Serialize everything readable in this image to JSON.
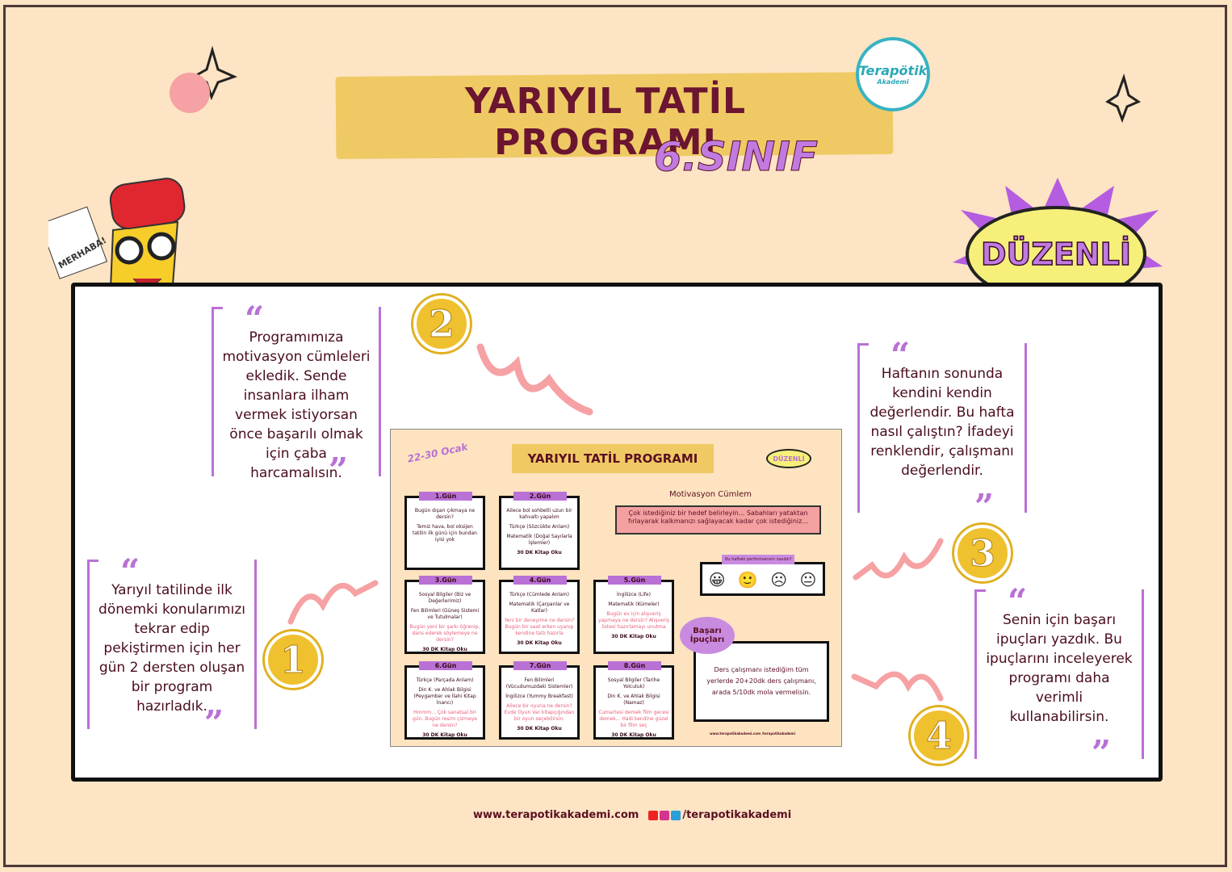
{
  "header": {
    "title": "YARIYIL TATİL PROGRAMI",
    "subtitle": "6.SINIF",
    "logo": "Terapötik Akademi",
    "badge": "DÜZENLİ",
    "mascot_sign": "MERHABA!"
  },
  "callouts": [
    {
      "number": "1",
      "text": "Yarıyıl tatilinde ilk dönemki konularımızı tekrar edip pekiştirmen için her gün 2 dersten oluşan bir program hazırladık."
    },
    {
      "number": "2",
      "text": "Programımıza motivasyon cümleleri ekledik. Sende insanlara ilham vermek istiyorsan önce başarılı olmak için çaba harcamalısın."
    },
    {
      "number": "3",
      "text": "Haftanın sonunda kendini kendin değerlendir. Bu hafta nasıl çalıştın? İfadeyi renklendir, çalışmanı değerlendir."
    },
    {
      "number": "4",
      "text": "Senin için başarı ipuçları yazdık. Bu ipuçlarını inceleyerek programı daha verimli kullanabilirsin."
    }
  ],
  "preview": {
    "title": "YARIYIL TATİL PROGRAMI",
    "date": "22-30 Ocak",
    "badge": "DÜZENLİ",
    "days": [
      {
        "label": "1.Gün",
        "lines": [
          "Bugün dışarı çıkmaya ne dersin?",
          "Temiz hava, bol oksijen tatilin ilk günü için bundan iyisi yok"
        ],
        "pink": "",
        "read": ""
      },
      {
        "label": "2.Gün",
        "lines": [
          "Ailece bol sohbetli uzun bir kahvaltı yapalım",
          "Türkçe (Sözcükte Anlam)",
          "Matematik (Doğal Sayılarla İşlemler)"
        ],
        "pink": "",
        "read": "30 DK Kitap Oku"
      },
      {
        "label": "3.Gün",
        "lines": [
          "Sosyal Bilgiler (Biz ve Değerlerimiz)",
          "Fen Bilimleri (Güneş Sistemi ve Tutulmalar)"
        ],
        "pink": "Bugün yeni bir şarkı öğrenip, dans ederek söylemeye ne dersin?",
        "read": "30 DK Kitap Oku"
      },
      {
        "label": "4.Gün",
        "lines": [
          "Türkçe (Cümlede Anlam)",
          "Matematik (Çarpanlar ve Katlar)"
        ],
        "pink": "Yeni bir deneyime ne dersin? Bugün bir saat erken uyanıp kendine tatlı hazırla",
        "read": "30 DK Kitap Oku"
      },
      {
        "label": "5.Gün",
        "lines": [
          "İngilizce (Life)",
          "Matematik (Kümeler)"
        ],
        "pink": "Bugün ev için alışveriş yapmaya ne dersin? Alışveriş listesi hazırlamayı unutma",
        "read": "30 DK Kitap Oku"
      },
      {
        "label": "6.Gün",
        "lines": [
          "Türkçe (Parçada Anlam)",
          "Din K. ve Ahlak Bilgisi (Peygamber ve İlahi Kitap İnancı)"
        ],
        "pink": "Hmmm... Çok sanatsal bir gün. Bugün resim çizmeye ne dersin?",
        "read": "30 DK Kitap Oku"
      },
      {
        "label": "7.Gün",
        "lines": [
          "Fen Bilimleri (Vücudumuzdaki Sistemler)",
          "İngilizce (Yummy Breakfast)"
        ],
        "pink": "Ailece bir oyuna ne dersin? Evde Oyun Var kitapçığından bir oyun seçebilirsin.",
        "read": "30 DK Kitap Oku"
      },
      {
        "label": "8.Gün",
        "lines": [
          "Sosyal Bilgiler (Tarihe Yolculuk)",
          "Din K. ve Ahlak Bilgisi (Namaz)"
        ],
        "pink": "Cumartesi demek film gecesi demek... Hadi kendine güzel bir film seç",
        "read": "30 DK Kitap Oku"
      }
    ],
    "motivation_label": "Motivasyon Cümlem",
    "motivation": "Çok istediğiniz bir hedef belirleyin... Sabahları yataktan fırlayarak kalkmanızı sağlayacak kadar çok istediğiniz...",
    "performance_label": "Bu haftaki performansım nasıldı?",
    "faces": [
      "😀",
      "🙂",
      "☹",
      "😐"
    ],
    "tips_label": "Başarı İpuçları",
    "tip": "Ders çalışmanı istediğim tüm yerlerde 20+20dk ders çalışmanı, arada 5/10dk mola vermelisin.",
    "footer": "www.terapotikakademi.com  /terapotikakademi"
  },
  "footer": {
    "website": "www.terapotikakademi.com",
    "social": "/terapotikakademi"
  },
  "colors": {
    "background": "#fde4c4",
    "banner": "#efca64",
    "title": "#6b1530",
    "accent": "#b971d6",
    "number": "#f0c12e"
  }
}
